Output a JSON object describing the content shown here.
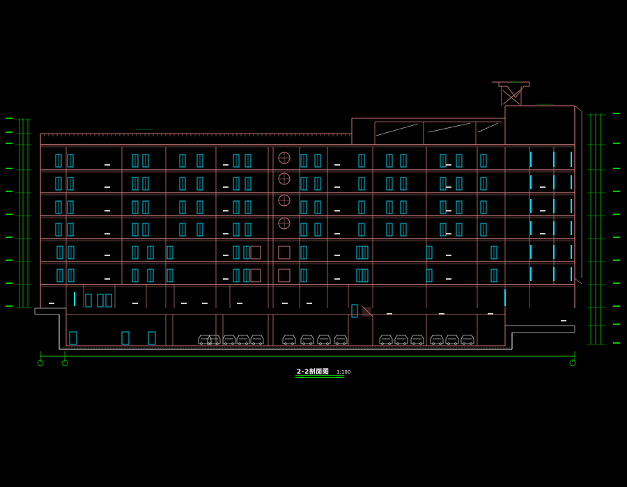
{
  "drawing": {
    "title": "2-2剖面图",
    "scale": "1:100",
    "axis_left": [
      "①",
      "②"
    ],
    "axis_right": "⑯",
    "colors": {
      "background": "#000000",
      "wall": "#c87878",
      "dimension": "#00c800",
      "window": "#00e0ff",
      "text": "#ffffff",
      "ground": "#a0a0a0",
      "car": "#c8c8c8"
    }
  }
}
